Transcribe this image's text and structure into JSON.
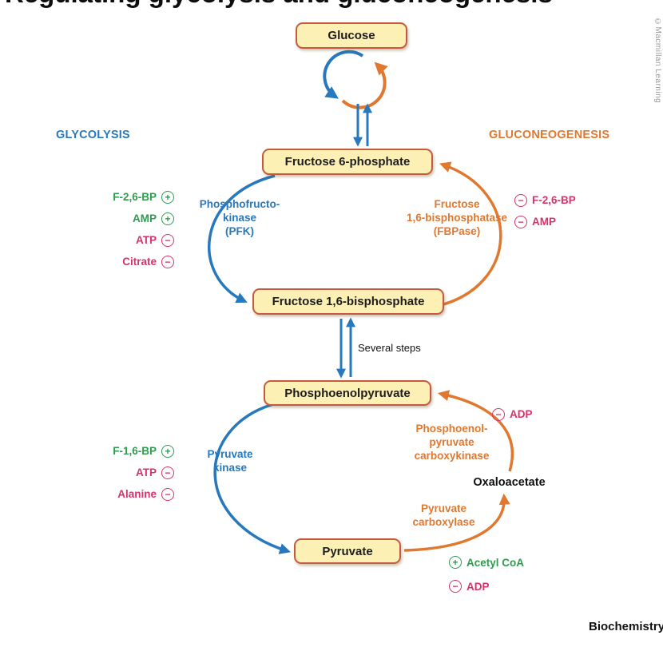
{
  "page": {
    "title_partial": "Regulating glycolysis and gluconeogenesis",
    "credit": "©Macmillan Learning",
    "footer": "Biochemistry"
  },
  "headings": {
    "left": "GLYCOLYSIS",
    "right": "GLUCONEOGENESIS"
  },
  "metabolites": {
    "glucose": "Glucose",
    "f6p": "Fructose 6-phosphate",
    "f16bp": "Fructose 1,6-bisphosphate",
    "pep": "Phosphoenolpyruvate",
    "oxaloacetate": "Oxaloacetate",
    "pyruvate": "Pyruvate"
  },
  "annotations": {
    "several_steps": "Several steps"
  },
  "enzymes": {
    "pfk_l1": "Phosphofructo-",
    "pfk_l2": "kinase",
    "pfk_l3": "(PFK)",
    "fbpase_l1": "Fructose",
    "fbpase_l2": "1,6-bisphosphatase",
    "fbpase_l3": "(FBPase)",
    "pk_l1": "Pyruvate",
    "pk_l2": "kinase",
    "pepck_l1": "Phosphoenol-",
    "pepck_l2": "pyruvate",
    "pepck_l3": "carboxykinase",
    "pc_l1": "Pyruvate",
    "pc_l2": "carboxylase"
  },
  "regulators": {
    "pfk": [
      {
        "label": "F-2,6-BP",
        "sign": "+"
      },
      {
        "label": "AMP",
        "sign": "+"
      },
      {
        "label": "ATP",
        "sign": "−"
      },
      {
        "label": "Citrate",
        "sign": "−"
      }
    ],
    "fbpase": [
      {
        "label": "F-2,6-BP",
        "sign": "−"
      },
      {
        "label": "AMP",
        "sign": "−"
      }
    ],
    "pepck": [
      {
        "label": "ADP",
        "sign": "−"
      }
    ],
    "pyruvate_kinase": [
      {
        "label": "F-1,6-BP",
        "sign": "+"
      },
      {
        "label": "ATP",
        "sign": "−"
      },
      {
        "label": "Alanine",
        "sign": "−"
      }
    ],
    "pyruvate_carboxylase": [
      {
        "label": "Acetyl CoA",
        "sign": "+"
      },
      {
        "label": "ADP",
        "sign": "−"
      }
    ]
  },
  "colors": {
    "glycolysis_blue": "#2878BE",
    "gluconeogenesis_orange": "#E0782F",
    "activator_green": "#2E9B4E",
    "inhibitor_pink": "#D6336C",
    "box_fill": "#FCF0B5",
    "box_border": "#C65A41"
  }
}
